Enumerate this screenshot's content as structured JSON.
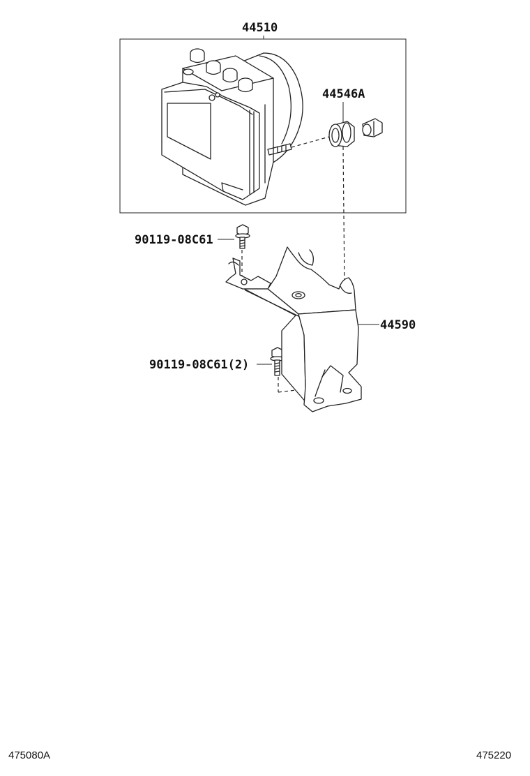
{
  "parts": {
    "actuator_assembly": "44510",
    "cushion": "44546A",
    "bracket": "44590",
    "bolt_upper": "90119-08C61",
    "bolt_lower": "90119-08C61(2)"
  },
  "footer": {
    "left_ref": "475080A",
    "right_ref": "475220"
  }
}
